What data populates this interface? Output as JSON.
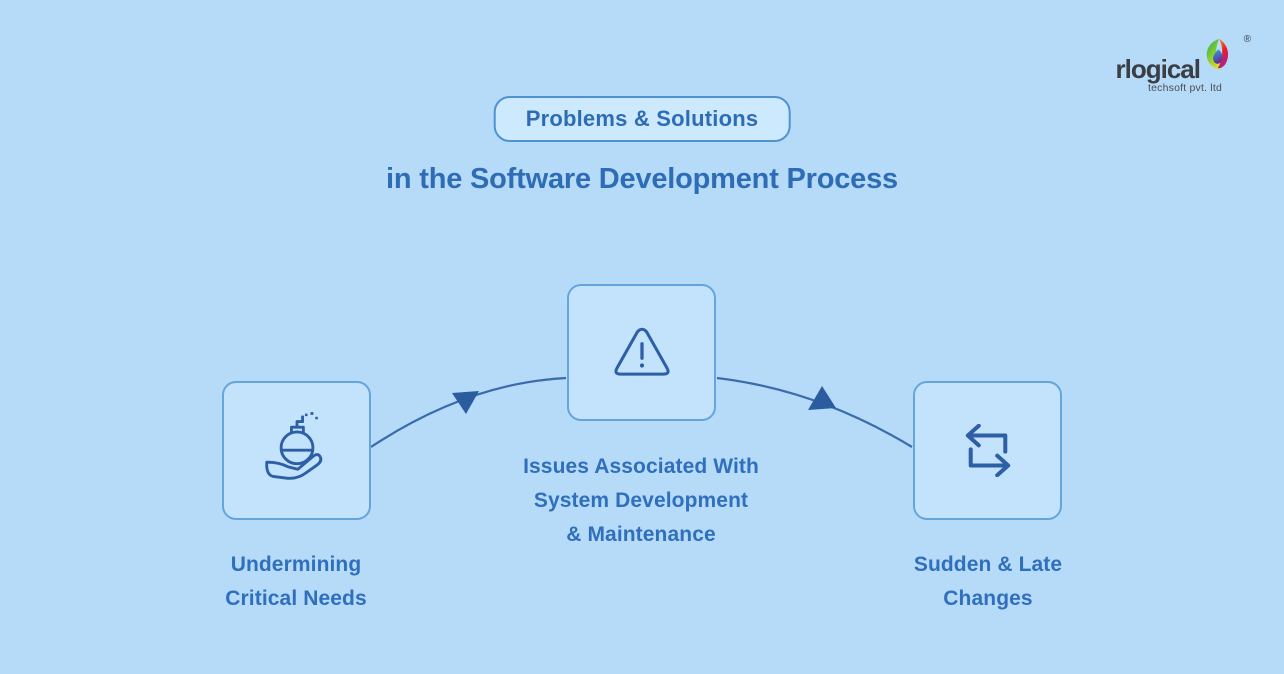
{
  "header": {
    "badge_label": "Problems & Solutions",
    "title": "in the Software Development Process"
  },
  "logo": {
    "name": "rlogical",
    "subtitle": "techsoft pvt. ltd",
    "registered_mark": "®",
    "mark_icon": "rainbow-leaf-icon"
  },
  "flow": {
    "direction": "left-to-right",
    "nodes": [
      {
        "id": "undermining-critical-needs",
        "icon": "bomb-in-hand-icon",
        "label_lines": [
          "Undermining",
          "Critical Needs"
        ]
      },
      {
        "id": "issues-system-development-maintenance",
        "icon": "warning-triangle-icon",
        "label_lines": [
          "Issues Associated With",
          "System Development",
          "& Maintenance"
        ]
      },
      {
        "id": "sudden-late-changes",
        "icon": "swap-arrows-icon",
        "label_lines": [
          "Sudden & Late",
          "Changes"
        ]
      }
    ]
  },
  "colors": {
    "background": "#b5dbf8",
    "card_fill": "#c3e3fc",
    "card_border": "#64a5dc",
    "badge_fill": "#cde9fd",
    "badge_border": "#4f92d1",
    "title_text": "#2e6db6",
    "caption_text": "#306fbd",
    "icon_stroke": "#2d5fa6",
    "connector": "#3a6bac",
    "arrowhead": "#2b5c9f",
    "logo_text": "#3a3e45"
  }
}
